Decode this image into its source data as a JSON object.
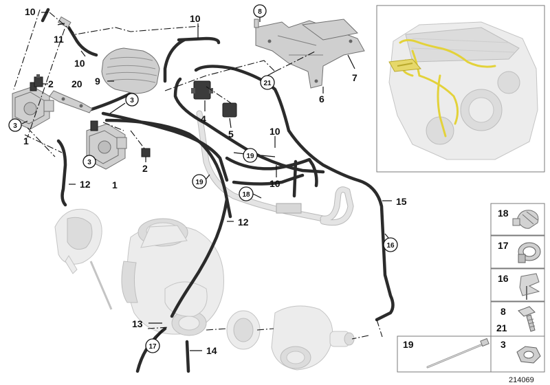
{
  "figure_id": "214069",
  "callouts": [
    {
      "id": "c10a",
      "text": "10"
    },
    {
      "id": "c11",
      "text": "11"
    },
    {
      "id": "c10b",
      "text": "10"
    },
    {
      "id": "c9",
      "text": "9"
    },
    {
      "id": "c10c",
      "text": "10"
    },
    {
      "id": "c20",
      "text": "20"
    },
    {
      "id": "c2a",
      "text": "2"
    },
    {
      "id": "c1a",
      "text": "1"
    },
    {
      "id": "c4",
      "text": "4"
    },
    {
      "id": "c5",
      "text": "5"
    },
    {
      "id": "c6",
      "text": "6"
    },
    {
      "id": "c7",
      "text": "7"
    },
    {
      "id": "c10d",
      "text": "10"
    },
    {
      "id": "c10e",
      "text": "10"
    },
    {
      "id": "c2b",
      "text": "2"
    },
    {
      "id": "c1b",
      "text": "1"
    },
    {
      "id": "c12a",
      "text": "12"
    },
    {
      "id": "c12b",
      "text": "12"
    },
    {
      "id": "c15",
      "text": "15"
    },
    {
      "id": "c13",
      "text": "13"
    },
    {
      "id": "c14",
      "text": "14"
    }
  ],
  "circled_callouts": [
    {
      "id": "o8",
      "text": "8"
    },
    {
      "id": "o21",
      "text": "21"
    },
    {
      "id": "o3a",
      "text": "3"
    },
    {
      "id": "o3b",
      "text": "3"
    },
    {
      "id": "o3c",
      "text": "3"
    },
    {
      "id": "o19a",
      "text": "19"
    },
    {
      "id": "o19b",
      "text": "19"
    },
    {
      "id": "o18",
      "text": "18"
    },
    {
      "id": "o16",
      "text": "16"
    },
    {
      "id": "o17",
      "text": "17"
    }
  ],
  "legend": [
    {
      "label": "18",
      "icon": "clip-18-icon"
    },
    {
      "label": "17",
      "icon": "clamp-17-icon"
    },
    {
      "label": "16",
      "icon": "clip-16-icon"
    },
    {
      "label": "8",
      "label2": "21",
      "icon": "screw-icon"
    },
    {
      "label": "19",
      "icon": "cable-tie-icon"
    },
    {
      "label": "3",
      "icon": "nut-icon"
    }
  ]
}
